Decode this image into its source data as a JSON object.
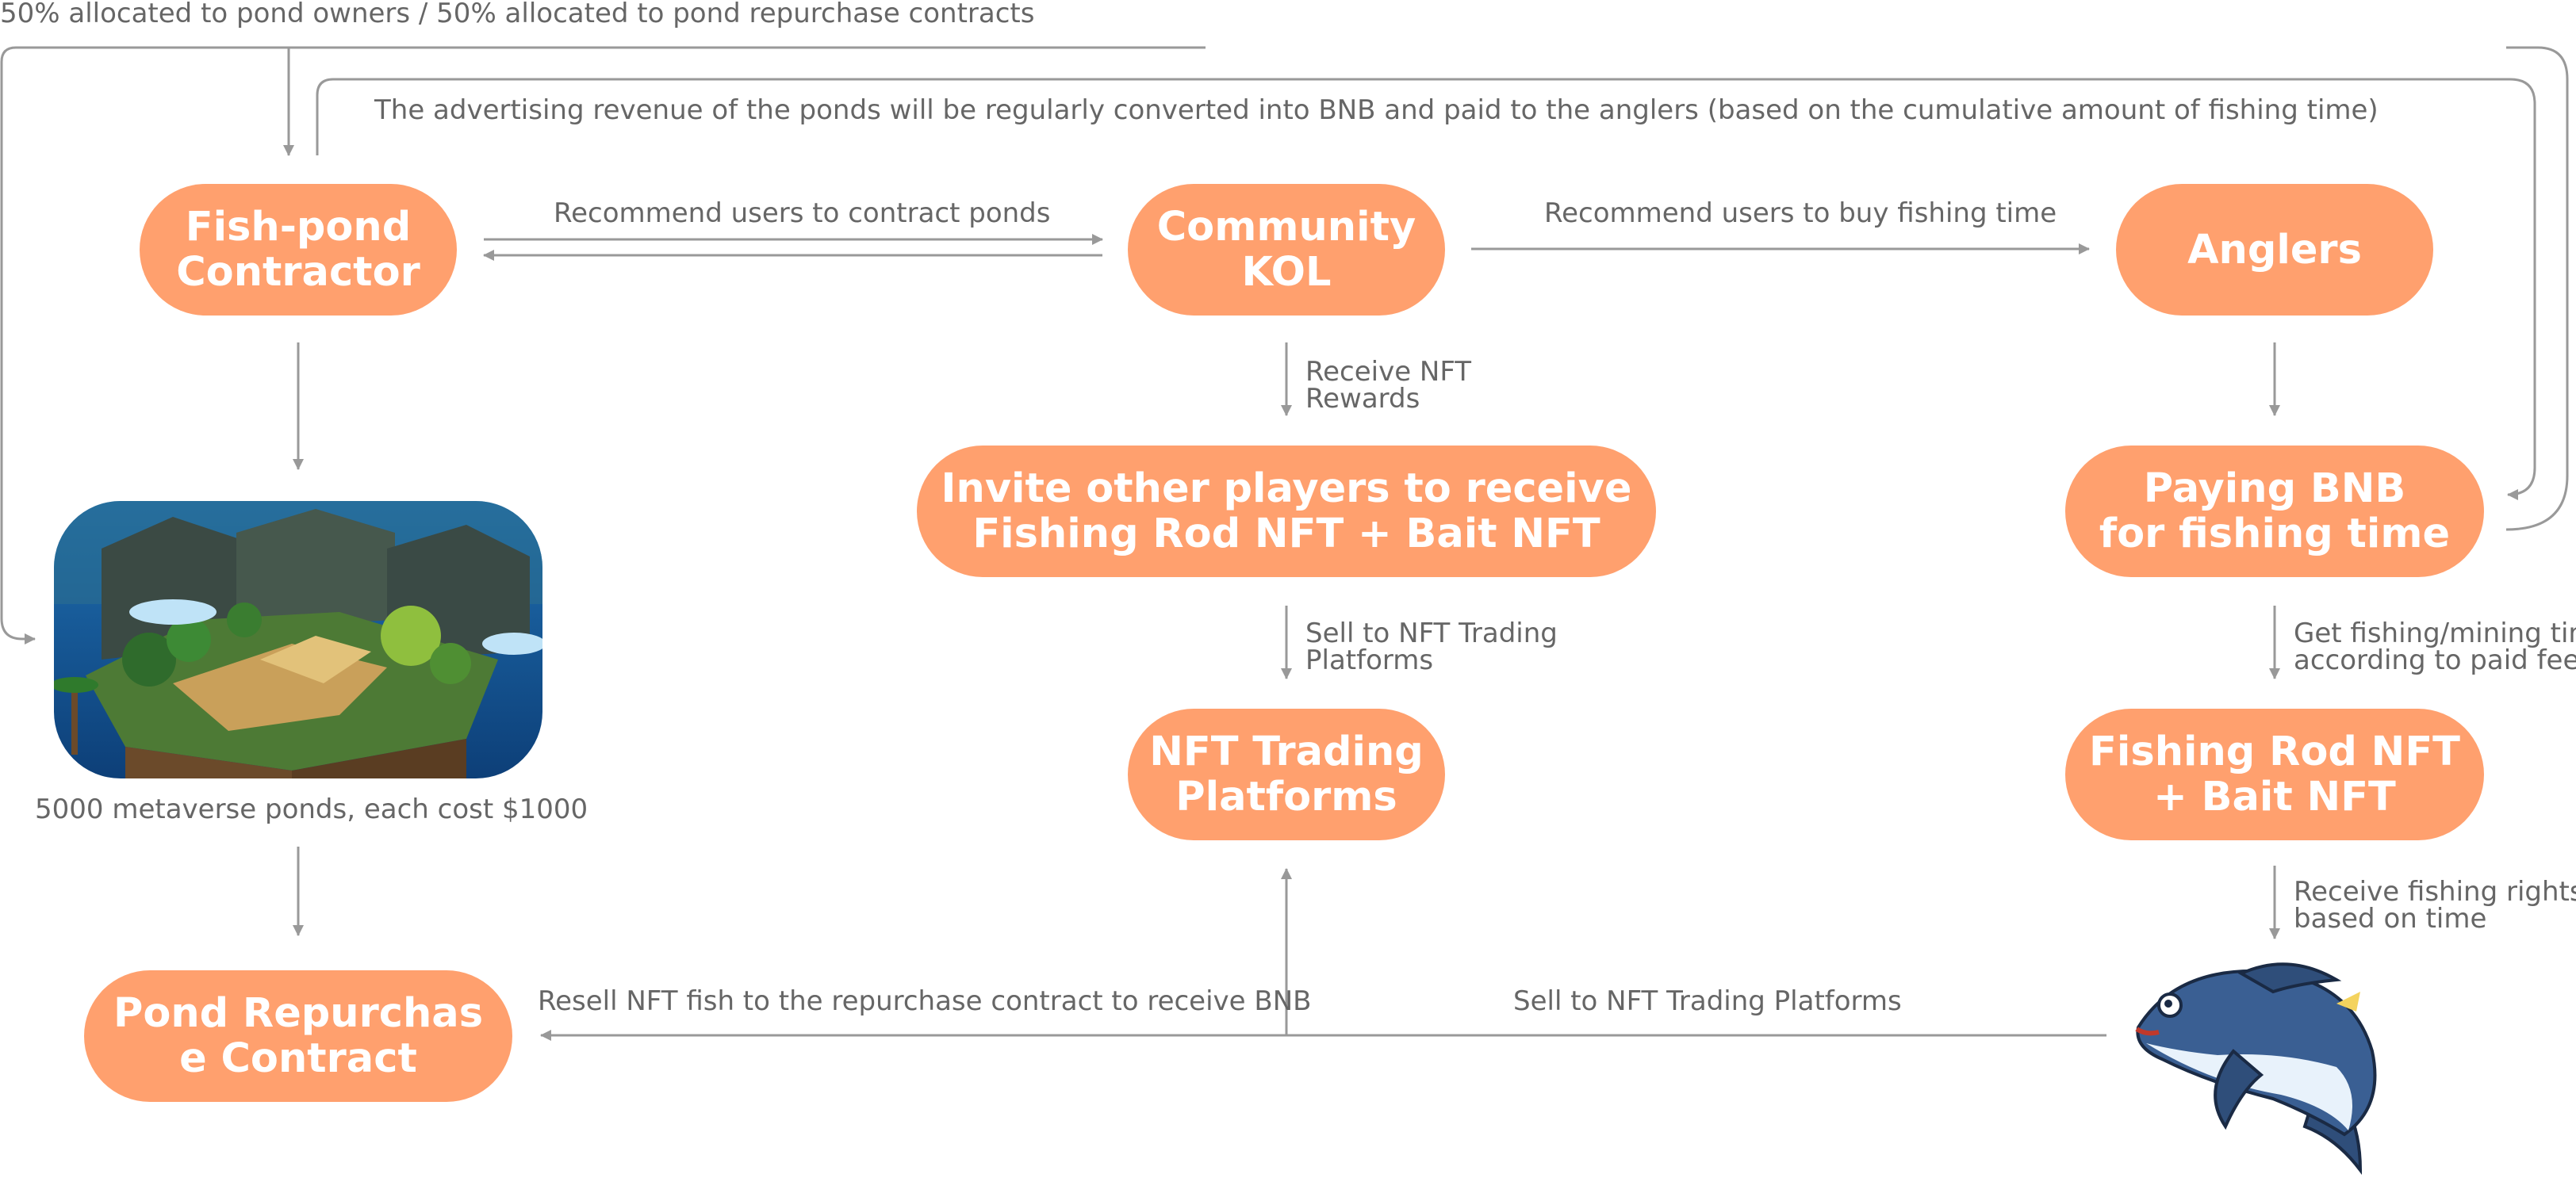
{
  "colors": {
    "node_fill": "#FFA06E",
    "node_text": "#FFFFFF",
    "arrow": "#999999",
    "label_text": "#666666"
  },
  "nodes": {
    "fish_pond_contractor": "Fish-pond\nContractor",
    "community_kol": "Community\nKOL",
    "anglers": "Anglers",
    "invite_players": "Invite other players to receive\nFishing Rod NFT + Bait NFT",
    "paying_bnb": "Paying BNB\nfor fishing time",
    "nft_trading_platforms": "NFT Trading\nPlatforms",
    "fishing_rod_bait": "Fishing Rod NFT\n+ Bait NFT",
    "pond_repurchase": "Pond Repurchas\ne Contract"
  },
  "labels": {
    "allocation": "50% allocated to pond owners / 50% allocated to pond repurchase contracts",
    "advertising": "The advertising revenue of the ponds will be regularly converted into BNB and paid to the anglers (based on the cumulative amount of fishing time)",
    "recommend_contract": "Recommend users to contract ponds",
    "recommend_buy": "Recommend users to buy fishing time",
    "receive_nft_1": "Receive NFT",
    "receive_nft_2": "Rewards",
    "sell_platforms_1": "Sell to NFT Trading",
    "sell_platforms_2": "Platforms",
    "get_time_1": "Get fishing/mining time",
    "get_time_2": "according to paid fee",
    "receive_rights_1": "Receive fishing rights",
    "receive_rights_2": "based on time",
    "ponds_caption": "5000 metaverse ponds, each cost $1000",
    "resell_fish": "Resell NFT fish to the repurchase contract to receive BNB",
    "sell_to_platforms": "Sell to NFT Trading Platforms"
  },
  "images": {
    "pond": "isometric-island-pond-illustration",
    "fish": "tuna-fish-illustration"
  }
}
